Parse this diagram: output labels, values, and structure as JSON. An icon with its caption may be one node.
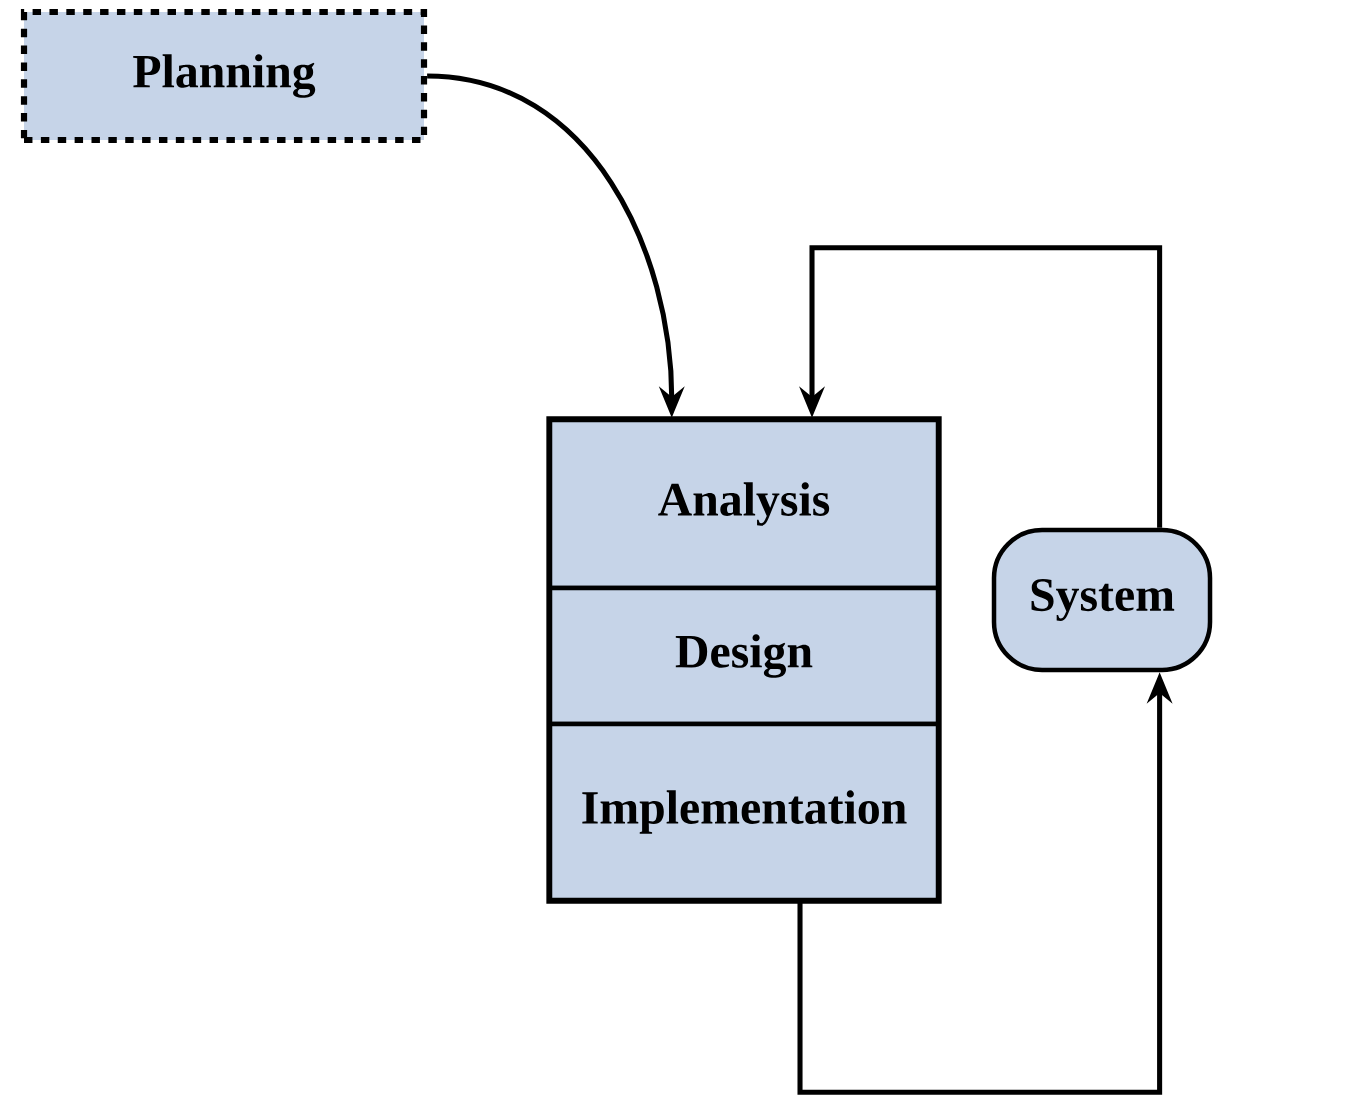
{
  "diagram": {
    "nodes": [
      {
        "text": [
          "Planning"
        ]
      },
      {
        "text": [
          "Analysis"
        ]
      },
      {
        "text": [
          "Design"
        ]
      },
      {
        "text": [
          "Implementation"
        ]
      },
      {
        "text": [
          "System"
        ]
      }
    ],
    "edges": [
      {
        "from": 0,
        "to": 1,
        "arrow": "to"
      },
      {
        "from": 4,
        "to": 1,
        "arrow": "to"
      },
      {
        "from": 3,
        "to": 4,
        "arrow": "to"
      }
    ]
  }
}
